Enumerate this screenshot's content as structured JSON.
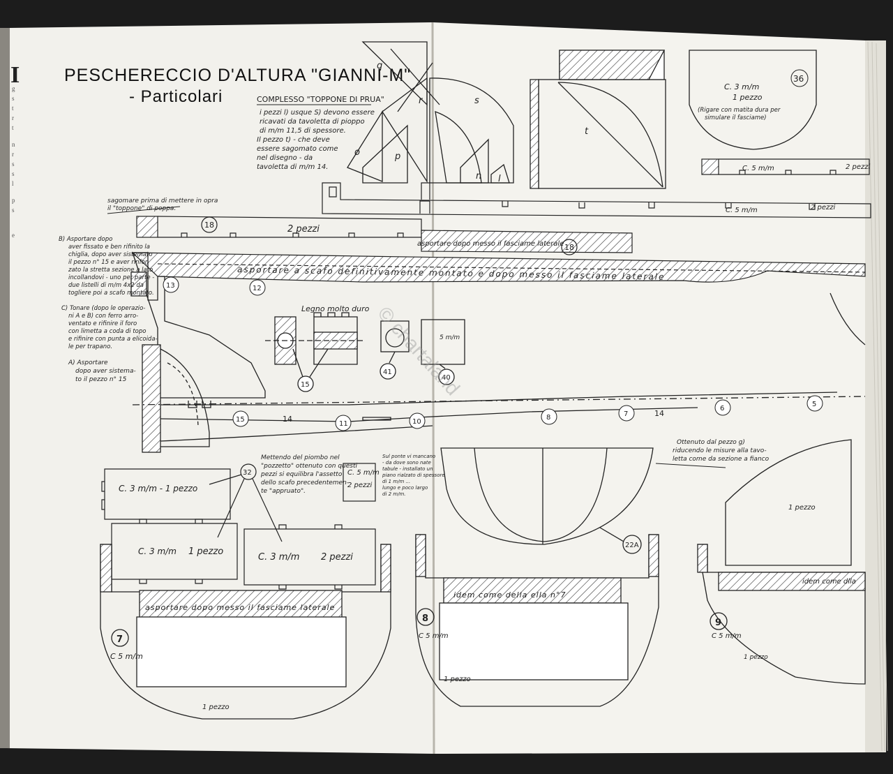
{
  "title": {
    "line1": "PESCHERECCIO D'ALTURA \"GIANNI-M\"",
    "line2": "- Particolari"
  },
  "notes": {
    "toppone_heading": "COMPLESSO \"TOPPONE DI PRUA\"",
    "toppone_text": [
      "i pezzi l) usque S) devono essere",
      "ricavati da tavoletta di pioppo",
      "di m/m 11,5 di spessore.",
      "Il pezzo t) - che deve",
      "essere sagomato come",
      "nel disegno - da",
      "tavoletta di m/m 14."
    ],
    "montare": [
      "sagomare prima di mettere in opra",
      "il \"toppone\" di poppa."
    ],
    "note_b": [
      "B)  Asportare dopo",
      "aver fissato e ben rifinito la",
      "chiglia, dopo aver sistemato",
      "il pezzo n° 15 e aver rinfor-",
      "zato la stretta sezione a lato",
      "incollandovi - uno per parte -",
      "due listelli di m/m 4x2 da",
      "togliere poi a scafo montato."
    ],
    "note_c": [
      "C) Tonare (dopo le operazio-",
      "ni A e B) con ferro arro-",
      "ventato e rifinire il foro",
      "con limetta a coda di topo",
      "e rifinire con punta a elicoida-",
      "le per trapano."
    ],
    "note_a": [
      "A) Asportare",
      "dopo aver sistema-",
      "to il pezzo n° 15"
    ],
    "legno": "Legno molto duro",
    "piombo": [
      "Mettendo del piombo nel",
      "\"pozzetto\" ottenuto con questi",
      "pezzi si equilibra l'assetto",
      "dello scafo precedentemen-",
      "te \"appruato\"."
    ],
    "sul_ponte": [
      "Sul ponte vi mancano",
      "- da dove sono nate",
      "tabule - installato un",
      "piano rialzato di spessore",
      "di 1 m/m ...",
      "lungo e poco largo",
      "di 2 m/m."
    ],
    "ottenuto": [
      "Ottenuto dal pezzo g)",
      "riducendo le misure alla tavo-",
      "letta come da sezione a fianco"
    ],
    "rigare": [
      "(Rigare con matita dura per",
      "simulare il fasciame)"
    ]
  },
  "labels": {
    "asportare_long": "asportare a scafo definitivamente montato e dopo messo il fasciame laterale",
    "asportare_short": "asportare dopo messo il fasciame laterale",
    "asportare_mid": "asportare dopo messo il fasciame laterale",
    "idem_8": "idem come della ella n°7",
    "idem_9": "idem come dlla",
    "due_pezzi": "2 pezzi",
    "uno_pezzo": "1 pezzo",
    "c3_1": "C. 3 m/m  - 1 pezzo",
    "c3_1b": "C. 3 m/m",
    "c3_1b_q": "1 pezzo",
    "c3_2": "C. 3 m/m",
    "c3_2q": "2 pezzi",
    "c5_2": "C. 5 m/m",
    "c5_2q": "2 pezzi",
    "c5": "C. 5 m/m",
    "c3": "C. 3 m/m",
    "c5_strip": "C. 5 m/m",
    "c5_strip2": "C. 5 m/m",
    "c5_mm": "C 5 m/m",
    "due_pezzi_b": "2 pezzi",
    "due_pezzi_c": "2 pezzi",
    "uno_pezzo_36": "1 pezzo",
    "uno_pezzo_22": "1 pezzo",
    "uno_pezzo_7": "1 pezzo",
    "uno_pezzo_8": "1 pezzo",
    "uno_pezzo_9": "1 pezzo",
    "c5_7": "C  5 m/m",
    "c5_9": "C 5 m/m",
    "c5_8": "C 5 m/m",
    "mm5": "5 m/m",
    "pezzi2_small": "2 pezzi",
    "pezzo_small": "1 pezzo"
  },
  "piece_letters": [
    "q",
    "r",
    "s",
    "t",
    "o",
    "p",
    "n",
    "l"
  ],
  "part_numbers": {
    "n36": "36",
    "n18a": "18",
    "n18b": "18",
    "n13": "13",
    "n12": "12",
    "n15a": "15",
    "n15b": "15",
    "n41": "41",
    "n40": "40",
    "n14a": "14",
    "n14b": "14",
    "n11": "11",
    "n10": "10",
    "n8": "8",
    "n7": "7",
    "n6": "6",
    "n5": "5",
    "n32": "32",
    "n22a": "22A",
    "n7b": "7",
    "n8b": "8",
    "n9": "9"
  },
  "watermark": "© chartaland",
  "margin_letters": [
    "g",
    "s",
    "t",
    "r",
    "t",
    "n",
    "r",
    "s",
    "s",
    "l",
    "p",
    "s",
    "e"
  ]
}
